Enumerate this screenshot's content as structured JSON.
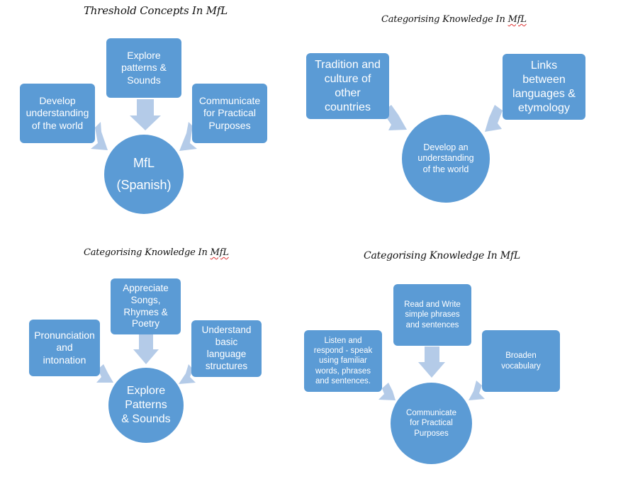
{
  "diagrams": [
    {
      "title_prefix": "Threshold Concepts In ",
      "title_suffix": "MfL",
      "center": "MfL\n(Spanish)",
      "nodes": [
        "Develop\nunderstanding\nof the world",
        "Explore\npatterns &\nSounds",
        "Communicate\nfor Practical\nPurposes"
      ]
    },
    {
      "title_prefix": "Categorising Knowledge In ",
      "title_suffix": "MfL",
      "center": "Develop an\nunderstanding\nof the world",
      "nodes": [
        "Tradition and\nculture of\nother\ncountries",
        "Links\nbetween\nlanguages &\netymology"
      ]
    },
    {
      "title_prefix": "Categorising Knowledge In ",
      "title_suffix": "MfL",
      "center": "Explore\nPatterns\n& Sounds",
      "nodes": [
        "Pronunciation\nand\nintonation",
        "Appreciate\nSongs,\nRhymes &\nPoetry",
        "Understand\nbasic\nlanguage\nstructures"
      ]
    },
    {
      "title_prefix": "Categorising Knowledge In ",
      "title_suffix": "MfL",
      "center": "Communicate\nfor Practical\nPurposes",
      "nodes": [
        "Listen and\nrespond - speak\nusing familiar\nwords, phrases\nand sentences.",
        "Read and Write\nsimple phrases\nand sentences",
        "Broaden\nvocabulary"
      ]
    }
  ],
  "colors": {
    "shape": "#5b9bd5",
    "arrow": "#b4cbe8",
    "text": "#ffffff"
  }
}
